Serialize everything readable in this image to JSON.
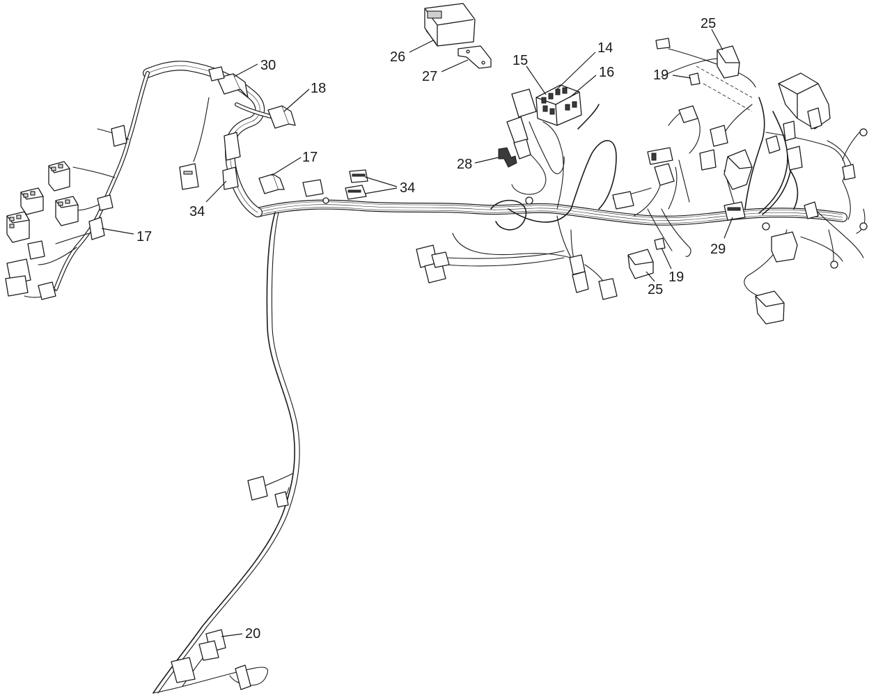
{
  "callouts": {
    "c14": "14",
    "c15": "15",
    "c16": "16",
    "c17a": "17",
    "c17b": "17",
    "c18": "18",
    "c19a": "19",
    "c19b": "19",
    "c20": "20",
    "c25a": "25",
    "c25b": "25",
    "c26": "26",
    "c27": "27",
    "c28": "28",
    "c29": "29",
    "c30": "30",
    "c34a": "34",
    "c34b": "34"
  }
}
